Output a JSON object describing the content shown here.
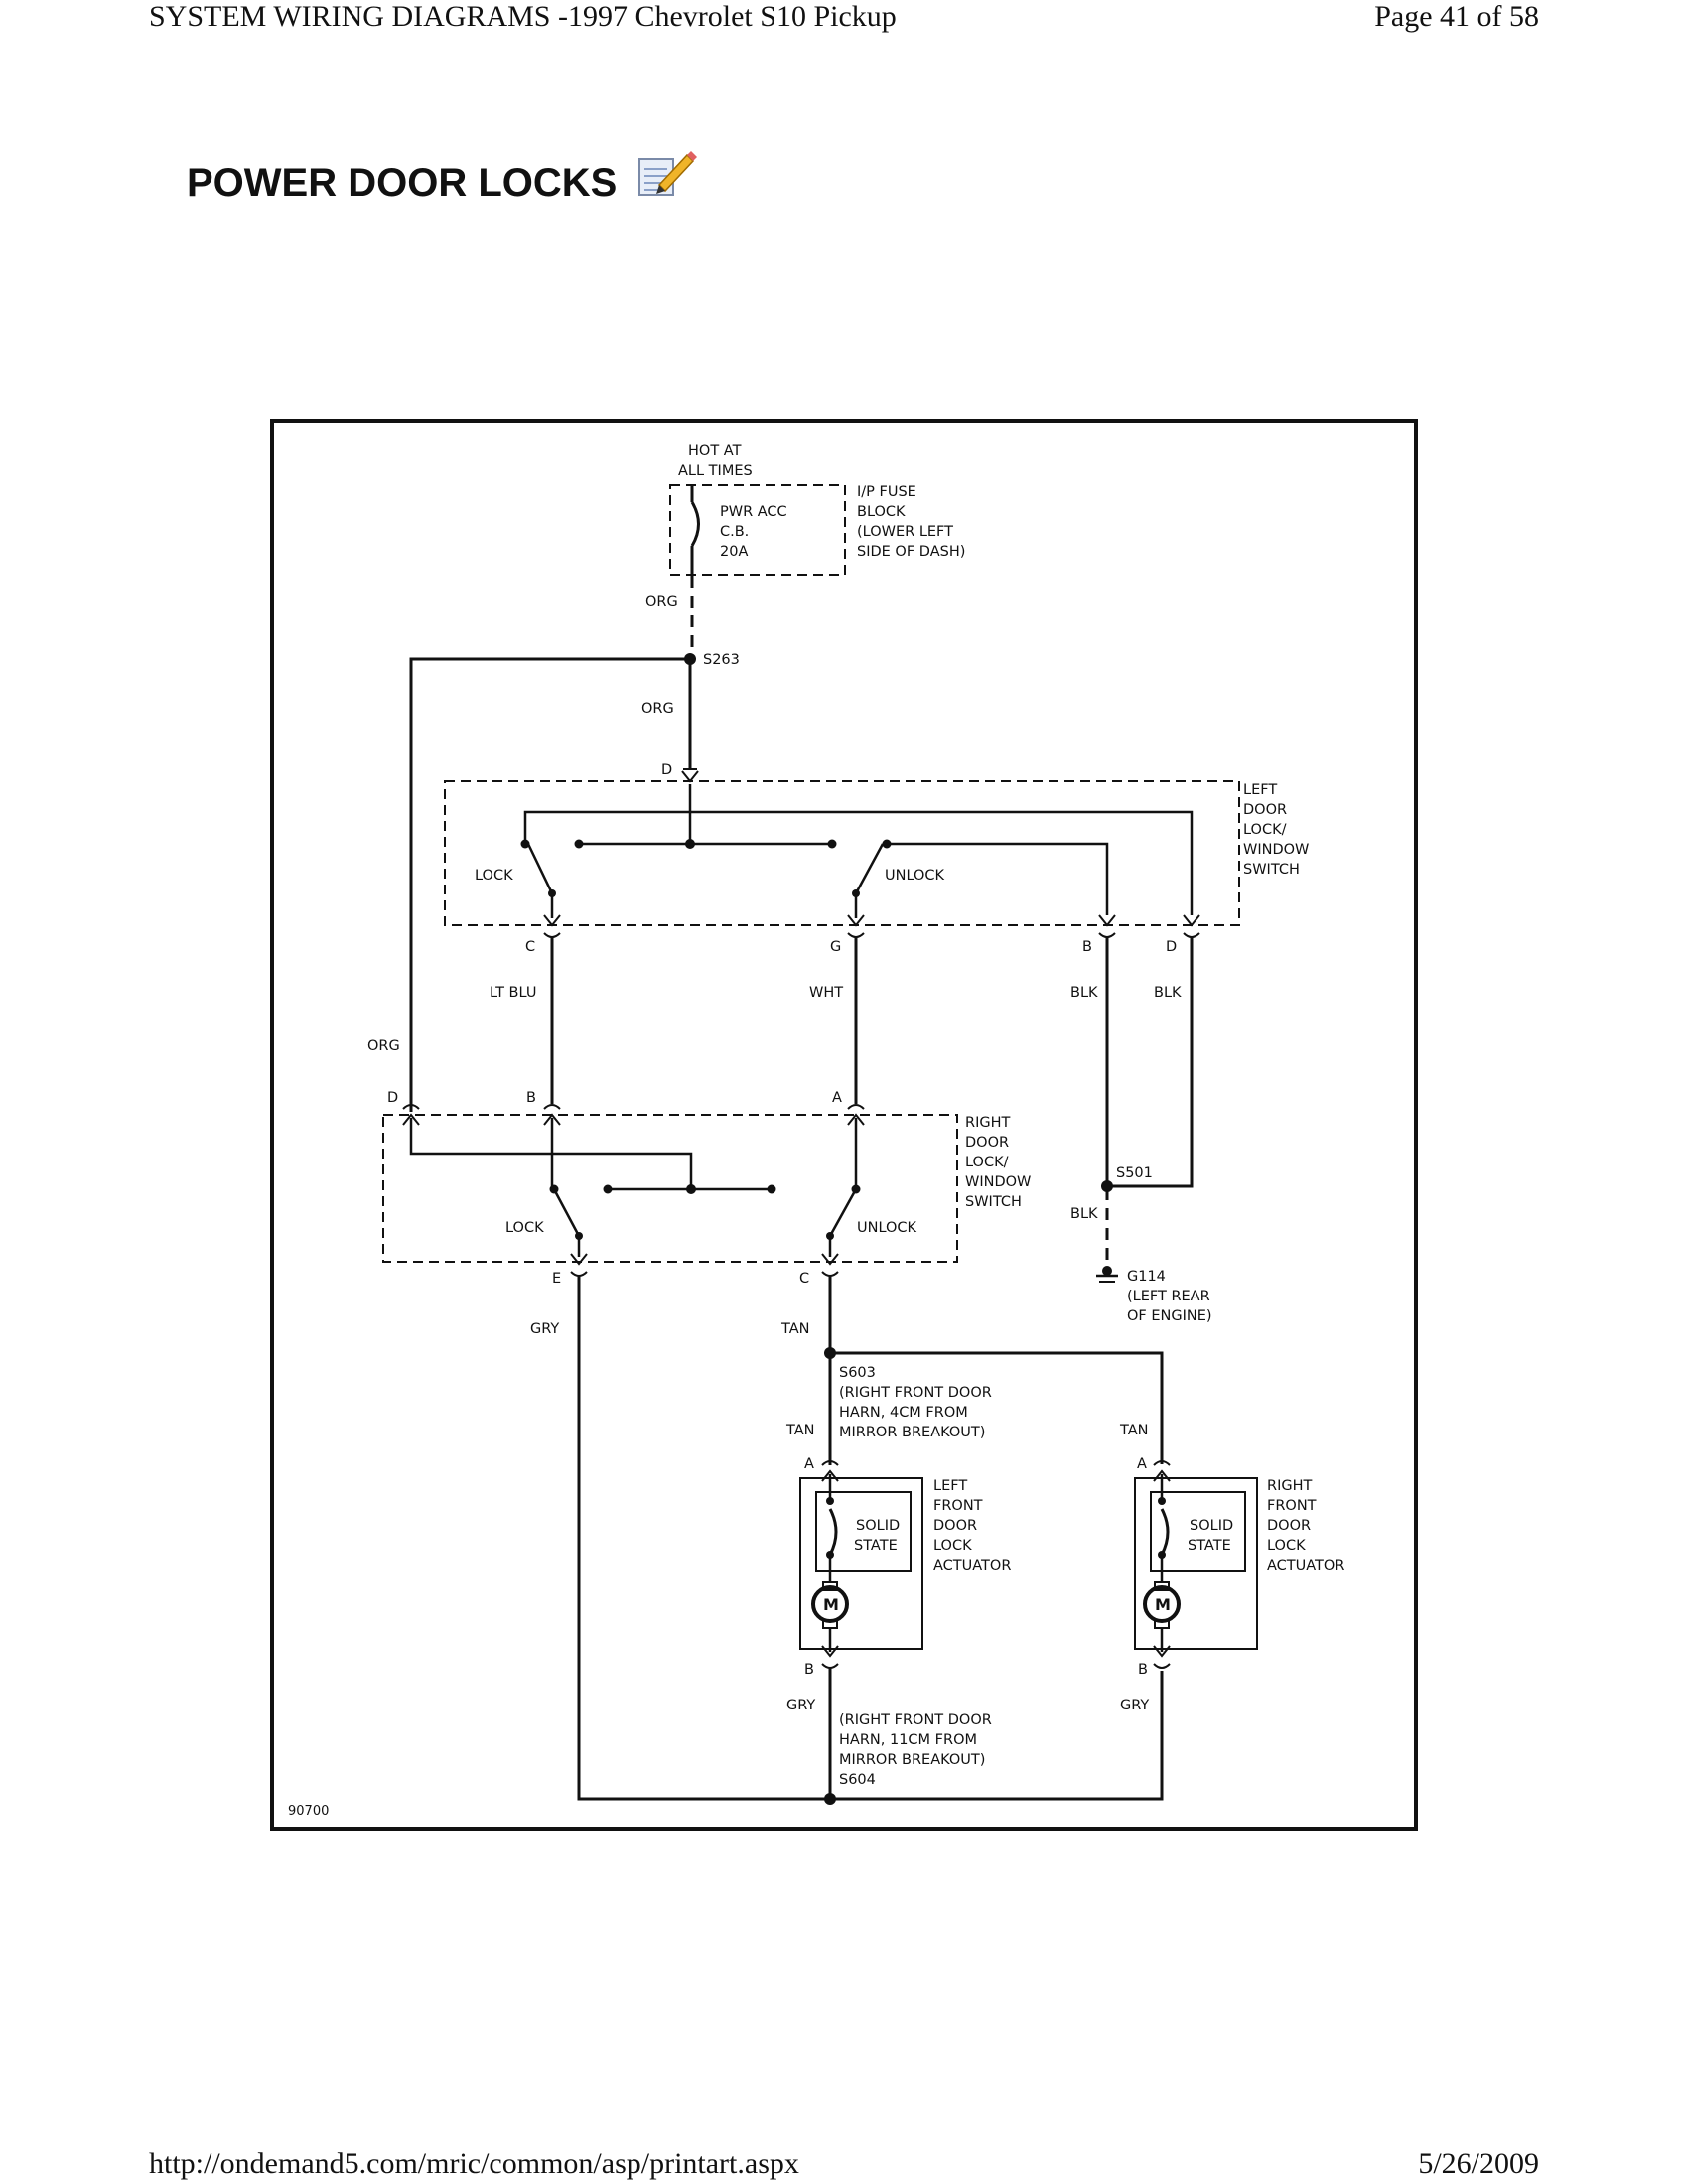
{
  "header": {
    "document_title": "SYSTEM WIRING DIAGRAMS -1997 Chevrolet S10 Pickup",
    "page_indicator": "Page 41 of 58"
  },
  "title": "POWER DOOR LOCKS",
  "footer": {
    "url": "http://ondemand5.com/mric/common/asp/printart.aspx",
    "date": "5/26/2009"
  },
  "icons": {
    "edit": "edit-note-icon"
  },
  "colors": {
    "ink": "#111111",
    "background": "#ffffff"
  },
  "diagram": {
    "id": "90700",
    "hot_at_all_times": [
      "HOT AT",
      "ALL TIMES"
    ],
    "breaker": [
      "PWR ACC",
      "C.B.",
      "20A"
    ],
    "fuse_block": [
      "I/P FUSE",
      "BLOCK",
      "(LOWER LEFT",
      "SIDE OF DASH)"
    ],
    "wire_org_1": "ORG",
    "splice_s263": "S263",
    "wire_org_2": "ORG",
    "wire_org_3": "ORG",
    "left_switch": {
      "label": [
        "LEFT",
        "DOOR",
        "LOCK/",
        "WINDOW",
        "SWITCH"
      ],
      "pin_top": "D",
      "lock": "LOCK",
      "unlock": "UNLOCK",
      "pin_c": "C",
      "pin_g": "G",
      "pin_b": "B",
      "pin_d": "D"
    },
    "wire_ltblu": "LT BLU",
    "wire_wht": "WHT",
    "wire_blk_1": "BLK",
    "wire_blk_2": "BLK",
    "right_switch": {
      "label": [
        "RIGHT",
        "DOOR",
        "LOCK/",
        "WINDOW",
        "SWITCH"
      ],
      "pin_d": "D",
      "pin_b": "B",
      "pin_a": "A",
      "lock": "LOCK",
      "unlock": "UNLOCK",
      "pin_e": "E",
      "pin_c": "C"
    },
    "splice_s501": "S501",
    "wire_blk_3": "BLK",
    "ground": [
      "G114",
      "(LEFT REAR",
      "OF ENGINE)"
    ],
    "wire_gry_1": "GRY",
    "wire_tan_1": "TAN",
    "splice_s603": [
      "S603",
      "(RIGHT FRONT DOOR",
      "HARN, 4CM FROM",
      "MIRROR BREAKOUT)"
    ],
    "wire_tan_2": "TAN",
    "wire_tan_3": "TAN",
    "left_actuator": {
      "label": [
        "LEFT",
        "FRONT",
        "DOOR",
        "LOCK",
        "ACTUATOR"
      ],
      "solid_state": [
        "SOLID",
        "STATE"
      ],
      "motor": "M",
      "pin_a": "A",
      "pin_b": "B"
    },
    "right_actuator": {
      "label": [
        "RIGHT",
        "FRONT",
        "DOOR",
        "LOCK",
        "ACTUATOR"
      ],
      "solid_state": [
        "SOLID",
        "STATE"
      ],
      "motor": "M",
      "pin_a": "A",
      "pin_b": "B"
    },
    "wire_gry_2": "GRY",
    "wire_gry_3": "GRY",
    "splice_s604": [
      "(RIGHT FRONT DOOR",
      "HARN, 11CM FROM",
      "MIRROR BREAKOUT)",
      "S604"
    ]
  }
}
